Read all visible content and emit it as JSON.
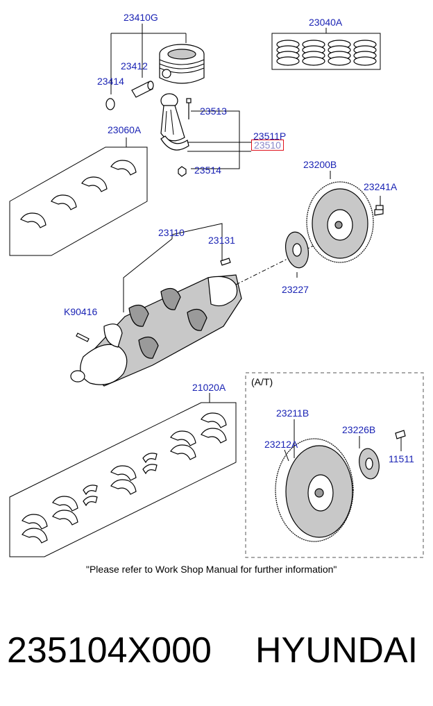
{
  "labels": {
    "p23410G": "23410G",
    "p23040A": "23040A",
    "p23412": "23412",
    "p23414": "23414",
    "p23513": "23513",
    "p23060A": "23060A",
    "p23511P": "23511P",
    "p23510": "23510",
    "p23514": "23514",
    "p23200B": "23200B",
    "p23241A": "23241A",
    "p23110": "23110",
    "p23131": "23131",
    "p23227": "23227",
    "pK90416": "K90416",
    "pAT": "(A/T)",
    "p21020A": "21020A",
    "p23211B": "23211B",
    "p23226B": "23226B",
    "p23212A": "23212A",
    "p11511": "11511"
  },
  "note": "\"Please refer to Work Shop Manual for further information\"",
  "part_number": "235104X000",
  "brand": "HYUNDAI",
  "highlight_color": "#e0101a",
  "label_color": "#1a23b4"
}
